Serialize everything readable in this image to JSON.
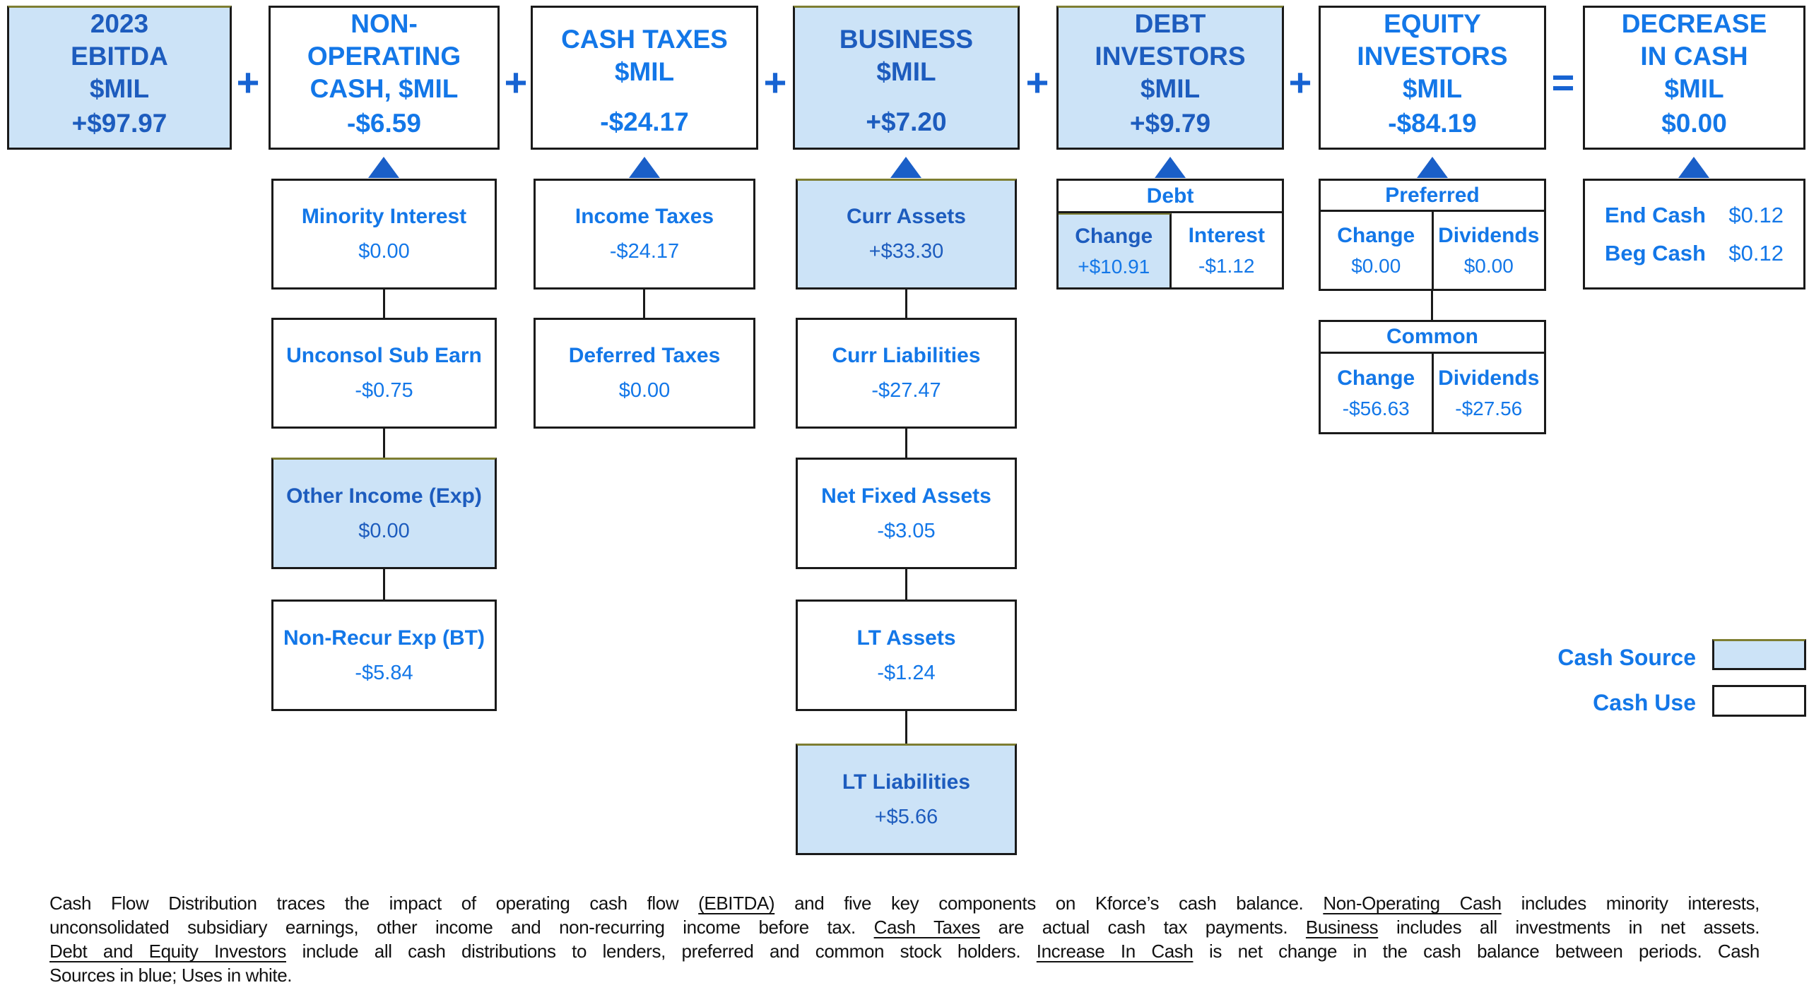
{
  "palette": {
    "source_fill": "#cce3f7",
    "bright_blue": "#1377e8",
    "dark_blue": "#1d5cbe",
    "operator_blue": "#1763d2",
    "arrow_blue": "#1a5fc8",
    "line_black": "#1a1a1a"
  },
  "top_row": [
    {
      "label": "2023\nEBITDA\n$MIL",
      "value": "+$97.97",
      "filled": true
    },
    {
      "label": "NON-\nOPERATING\nCASH, $MIL",
      "value": "-$6.59",
      "filled": false
    },
    {
      "label": "CASH TAXES\n$MIL",
      "value": "-$24.17",
      "filled": false
    },
    {
      "label": "BUSINESS\n$MIL",
      "value": "+$7.20",
      "filled": true
    },
    {
      "label": "DEBT\nINVESTORS\n$MIL",
      "value": "+$9.79",
      "filled": true
    },
    {
      "label": "EQUITY\nINVESTORS\n$MIL",
      "value": "-$84.19",
      "filled": false
    },
    {
      "label": "DECREASE\nIN CASH\n$MIL",
      "value": "$0.00",
      "filled": false
    }
  ],
  "operators": [
    "+",
    "+",
    "+",
    "+",
    "+",
    "="
  ],
  "non_operating_column": {
    "boxes": [
      {
        "label": "Minority Interest",
        "value": "$0.00",
        "filled": false
      },
      {
        "label": "Unconsol Sub Earn",
        "value": "-$0.75",
        "filled": false
      },
      {
        "label": "Other Income (Exp)",
        "value": "$0.00",
        "filled": true
      },
      {
        "label": "Non-Recur Exp (BT)",
        "value": "-$5.84",
        "filled": false
      }
    ]
  },
  "cash_taxes_column": {
    "boxes": [
      {
        "label": "Income Taxes",
        "value": "-$24.17",
        "filled": false
      },
      {
        "label": "Deferred Taxes",
        "value": "$0.00",
        "filled": false
      }
    ]
  },
  "business_column": {
    "boxes": [
      {
        "label": "Curr Assets",
        "value": "+$33.30",
        "filled": true
      },
      {
        "label": "Curr Liabilities",
        "value": "-$27.47",
        "filled": false
      },
      {
        "label": "Net Fixed Assets",
        "value": "-$3.05",
        "filled": false
      },
      {
        "label": "LT Assets",
        "value": "-$1.24",
        "filled": false
      },
      {
        "label": "LT Liabilities",
        "value": "+$5.66",
        "filled": true
      }
    ]
  },
  "debt_table": {
    "title": "Debt",
    "columns": [
      {
        "header": "Change",
        "value": "+$10.91",
        "filled": true
      },
      {
        "header": "Interest",
        "value": "-$1.12",
        "filled": false
      }
    ]
  },
  "preferred_table": {
    "title": "Preferred",
    "columns": [
      {
        "header": "Change",
        "value": "$0.00",
        "filled": false
      },
      {
        "header": "Dividends",
        "value": "$0.00",
        "filled": false
      }
    ]
  },
  "common_table": {
    "title": "Common",
    "columns": [
      {
        "header": "Change",
        "value": "-$56.63",
        "filled": false
      },
      {
        "header": "Dividends",
        "value": "-$27.56",
        "filled": false
      }
    ]
  },
  "cash_summary": {
    "rows": [
      {
        "label": "End Cash",
        "value": "$0.12"
      },
      {
        "label": "Beg Cash",
        "value": "$0.12"
      }
    ]
  },
  "legend": {
    "source_label": "Cash Source",
    "use_label": "Cash Use"
  },
  "footnote": {
    "line1": {
      "s1": "Cash Flow Distribution traces the impact of operating cash flow ",
      "s2": "(EBITDA)",
      "s3": " and five key components on Kforce’s cash balance. ",
      "s4": "Non-Operating Cash",
      "s5": " includes minority interests,"
    },
    "line2": {
      "s1": "unconsolidated subsidiary earnings, other income and non-recurring income before tax. ",
      "s2": "Cash Taxes",
      "s3": " are actual cash tax payments. ",
      "s4": "Business",
      "s5": " includes all investments in net assets."
    },
    "line3": {
      "s1": "Debt and Equity Investors",
      "s2": " include all cash distributions to lenders, preferred and common stock holders. ",
      "s3": "Increase In Cash",
      "s4": " is net change in the cash balance between periods. Cash"
    },
    "line4": {
      "s1": "Sources in blue; Uses in white."
    }
  }
}
